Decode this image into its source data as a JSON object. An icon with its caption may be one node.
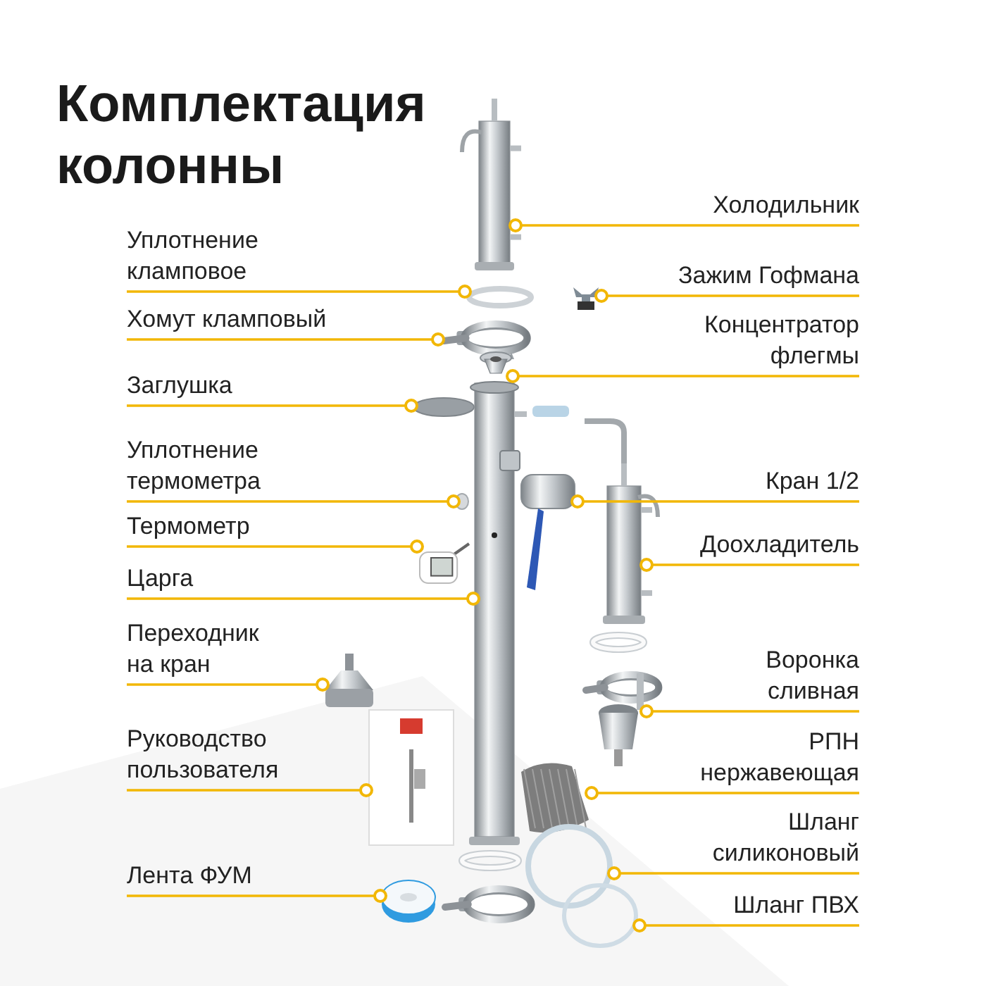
{
  "diagram": {
    "title": "Комплектация колонны",
    "nodes": [
      {
        "text": [
          "Холодильник"
        ]
      },
      {
        "text": [
          "Уплотнение кламповое"
        ]
      },
      {
        "text": [
          "Зажим Гофмана"
        ]
      },
      {
        "text": [
          "Хомут кламповый"
        ]
      },
      {
        "text": [
          "Концентратор флегмы"
        ]
      },
      {
        "text": [
          "Заглушка"
        ]
      },
      {
        "text": [
          "Уплотнение термометра"
        ]
      },
      {
        "text": [
          "Кран 1/2"
        ]
      },
      {
        "text": [
          "Термометр"
        ]
      },
      {
        "text": [
          "Доохладитель"
        ]
      },
      {
        "text": [
          "Царга"
        ]
      },
      {
        "text": [
          "Переходник на кран"
        ]
      },
      {
        "text": [
          "Воронка сливная"
        ]
      },
      {
        "text": [
          "Руководство пользователя"
        ]
      },
      {
        "text": [
          "РПН нержавеющая"
        ]
      },
      {
        "text": [
          "Шланг силиконовый"
        ]
      },
      {
        "text": [
          "Лента ФУМ"
        ]
      },
      {
        "text": [
          "Шланг ПВХ"
        ]
      },
      {
        "text": [],
        "shape": "picture"
      },
      {
        "text": [],
        "shape": "circle"
      },
      {
        "text": [],
        "shape": "picture"
      },
      {
        "text": [],
        "shape": "picture"
      },
      {
        "text": [],
        "shape": "picture"
      },
      {
        "text": [],
        "shape": "circle"
      },
      {
        "text": [],
        "shape": "circle"
      },
      {
        "text": [],
        "shape": "picture"
      },
      {
        "text": [],
        "shape": "picture"
      },
      {
        "text": [],
        "shape": "picture"
      },
      {
        "text": [],
        "shape": "picture"
      },
      {
        "text": [],
        "shape": "picture"
      },
      {
        "text": [],
        "shape": "picture"
      },
      {
        "text": [],
        "shape": "picture"
      },
      {
        "text": [],
        "shape": "picture"
      },
      {
        "text": [],
        "shape": "circle"
      },
      {
        "text": [],
        "shape": "picture"
      },
      {
        "text": [],
        "shape": "circle"
      }
    ],
    "edges": [
      {
        "from": 0,
        "to": 18,
        "arrow": "other"
      },
      {
        "from": 1,
        "to": 19,
        "arrow": "other"
      },
      {
        "from": 2,
        "to": 20,
        "arrow": "other"
      },
      {
        "from": 3,
        "to": 21,
        "arrow": "other"
      },
      {
        "from": 4,
        "to": 22,
        "arrow": "other"
      },
      {
        "from": 5,
        "to": 23,
        "arrow": "other"
      },
      {
        "from": 6,
        "to": 24,
        "arrow": "other"
      },
      {
        "from": 7,
        "to": 25,
        "arrow": "other"
      },
      {
        "from": 8,
        "to": 26,
        "arrow": "other"
      },
      {
        "from": 9,
        "to": 27,
        "arrow": "other"
      },
      {
        "from": 10,
        "to": 28,
        "arrow": "other"
      },
      {
        "from": 11,
        "to": 29,
        "arrow": "other"
      },
      {
        "from": 12,
        "to": 30,
        "arrow": "other"
      },
      {
        "from": 13,
        "to": 31,
        "arrow": "other"
      },
      {
        "from": 14,
        "to": 32,
        "arrow": "other"
      },
      {
        "from": 15,
        "to": 33,
        "arrow": "other"
      },
      {
        "from": 16,
        "to": 34,
        "arrow": "other"
      },
      {
        "from": 17,
        "to": 35,
        "arrow": "other"
      }
    ]
  }
}
